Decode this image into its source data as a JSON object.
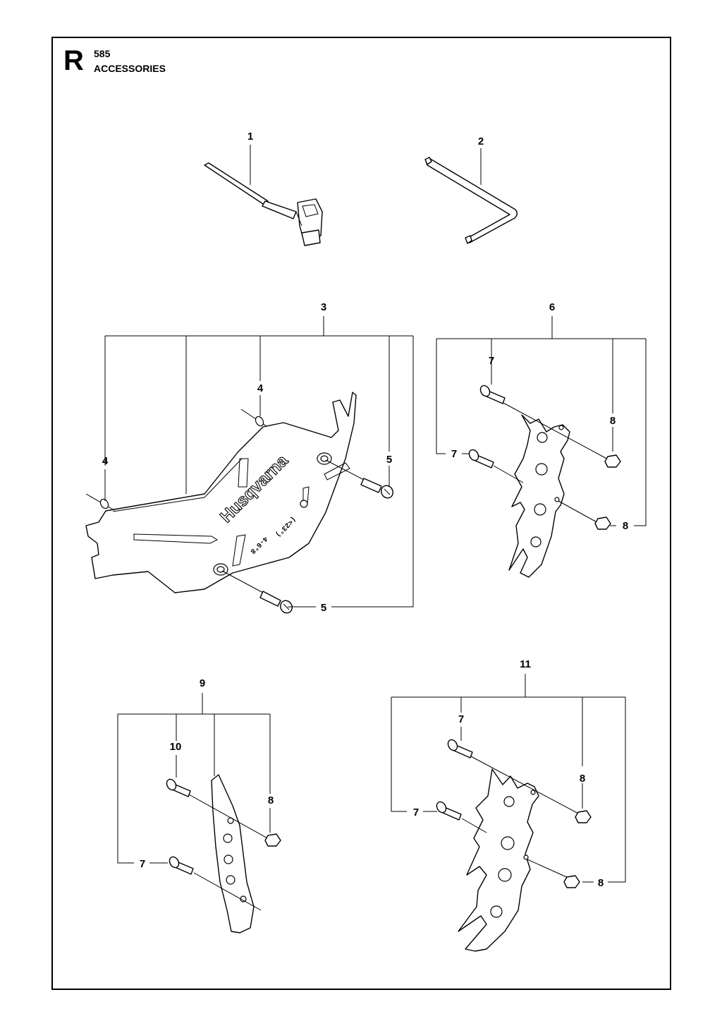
{
  "header": {
    "section_letter": "R",
    "model": "585",
    "title": "ACCESSORIES"
  },
  "brand_text": "Husqvarna",
  "cover_markings": [
    "4-6°8",
    "(<23°)"
  ],
  "callouts": {
    "c1": "1",
    "c2": "2",
    "c3": "3",
    "c4a": "4",
    "c4b": "4",
    "c5a": "5",
    "c5b": "5",
    "c6": "6",
    "c7a": "7",
    "c7b": "7",
    "c8a": "8",
    "c8b": "8",
    "c9": "9",
    "c10": "10",
    "c8c": "8",
    "c7c": "7",
    "c11": "11",
    "c7d": "7",
    "c8d": "8",
    "c7e": "7",
    "c8e": "8"
  }
}
